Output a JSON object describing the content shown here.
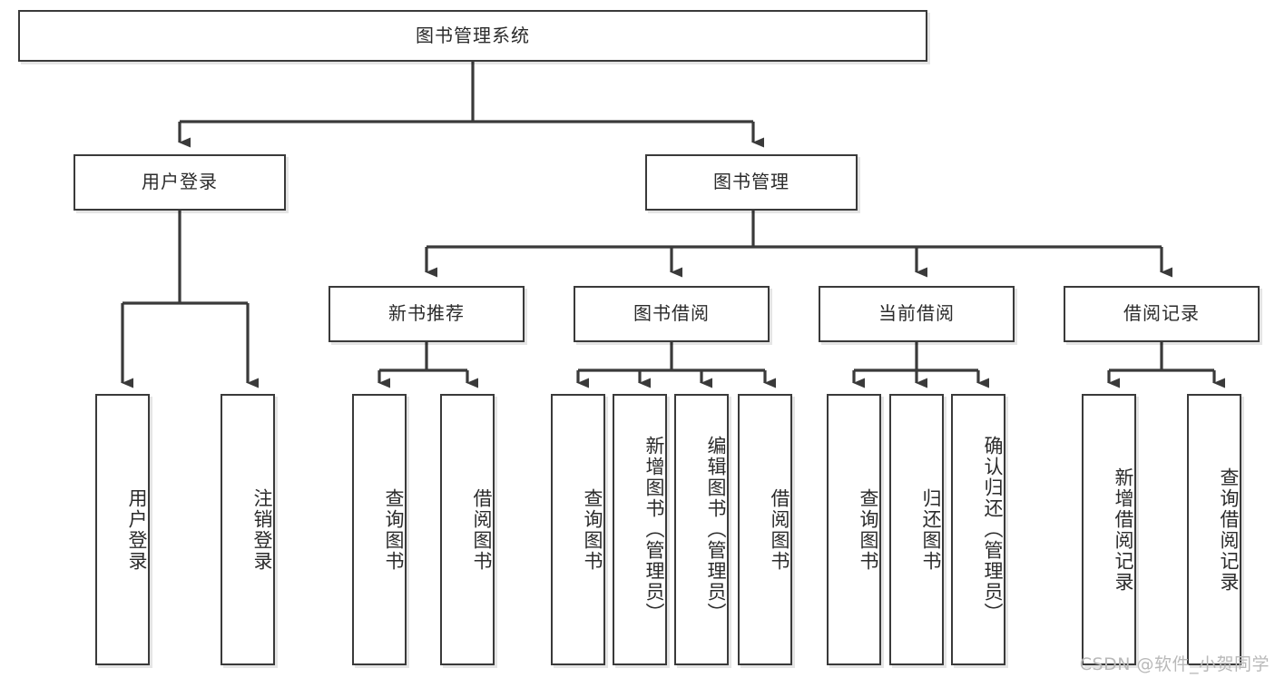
{
  "diagram": {
    "type": "tree-hierarchy",
    "title": "图书管理系统",
    "watermark": "CSDN @软件_小贺同学",
    "colors": {
      "box_border": "#3a3a3a",
      "box_fill": "#ffffff",
      "connector": "#3a3a3a",
      "text": "#2b2b2b",
      "watermark": "#b9b9b9",
      "background": "#ffffff"
    },
    "nodes": {
      "root": {
        "label": "图书管理系统",
        "level": 0,
        "orientation": "horizontal"
      },
      "l1": [
        {
          "id": "user-login",
          "label": "用户登录",
          "level": 1,
          "orientation": "horizontal"
        },
        {
          "id": "book-manage",
          "label": "图书管理",
          "level": 1,
          "orientation": "horizontal"
        }
      ],
      "l2": [
        {
          "id": "new-book-recommend",
          "label": "新书推荐",
          "level": 2,
          "orientation": "horizontal",
          "parent": "book-manage"
        },
        {
          "id": "book-borrow",
          "label": "图书借阅",
          "level": 2,
          "orientation": "horizontal",
          "parent": "book-manage"
        },
        {
          "id": "current-borrow",
          "label": "当前借阅",
          "level": 2,
          "orientation": "horizontal",
          "parent": "book-manage"
        },
        {
          "id": "borrow-record",
          "label": "借阅记录",
          "level": 2,
          "orientation": "horizontal",
          "parent": "book-manage"
        }
      ],
      "leaves": [
        {
          "id": "leaf-user-login",
          "label": "用户登录",
          "parent": "user-login",
          "orientation": "vertical"
        },
        {
          "id": "leaf-user-logout",
          "label": "注销登录",
          "parent": "user-login",
          "orientation": "vertical"
        },
        {
          "id": "leaf-query-book-1",
          "label": "查询图书",
          "parent": "new-book-recommend",
          "orientation": "vertical"
        },
        {
          "id": "leaf-borrow-book-1",
          "label": "借阅图书",
          "parent": "new-book-recommend",
          "orientation": "vertical"
        },
        {
          "id": "leaf-query-book-2",
          "label": "查询图书",
          "parent": "book-borrow",
          "orientation": "vertical"
        },
        {
          "id": "leaf-add-book",
          "label": "新增图书（管理员）",
          "parent": "book-borrow",
          "orientation": "vertical"
        },
        {
          "id": "leaf-edit-book",
          "label": "编辑图书（管理员）",
          "parent": "book-borrow",
          "orientation": "vertical"
        },
        {
          "id": "leaf-borrow-book-2",
          "label": "借阅图书",
          "parent": "book-borrow",
          "orientation": "vertical"
        },
        {
          "id": "leaf-query-book-3",
          "label": "查询图书",
          "parent": "current-borrow",
          "orientation": "vertical"
        },
        {
          "id": "leaf-return-book",
          "label": "归还图书",
          "parent": "current-borrow",
          "orientation": "vertical"
        },
        {
          "id": "leaf-confirm-return",
          "label": "确认归还（管理员）",
          "parent": "current-borrow",
          "orientation": "vertical"
        },
        {
          "id": "leaf-add-record",
          "label": "新增借阅记录",
          "parent": "borrow-record",
          "orientation": "vertical"
        },
        {
          "id": "leaf-query-record",
          "label": "查询借阅记录",
          "parent": "borrow-record",
          "orientation": "vertical"
        }
      ]
    }
  }
}
